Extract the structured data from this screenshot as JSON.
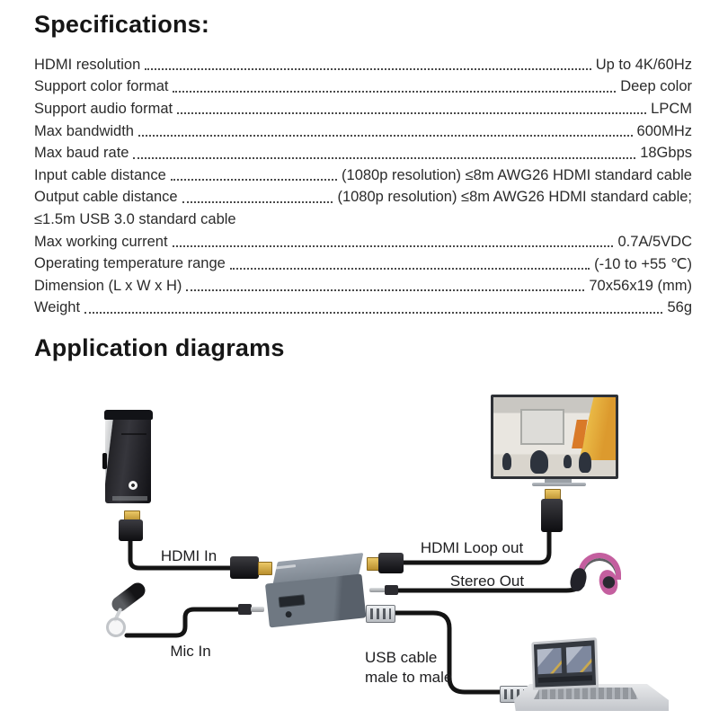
{
  "headings": {
    "specifications": "Specifications:",
    "application_diagrams": "Application diagrams"
  },
  "specs": [
    {
      "label": "HDMI resolution",
      "value": "Up to 4K/60Hz"
    },
    {
      "label": "Support color format",
      "value": "Deep color"
    },
    {
      "label": "Support audio format",
      "value": "LPCM"
    },
    {
      "label": "Max bandwidth",
      "value": "600MHz"
    },
    {
      "label": "Max baud rate",
      "value": "18Gbps"
    },
    {
      "label": "Input cable distance",
      "value": "(1080p resolution) ≤8m AWG26 HDMI standard cable"
    },
    {
      "label": "Output cable distance",
      "value": "(1080p resolution) ≤8m AWG26 HDMI standard cable;",
      "continuation": "≤1.5m USB 3.0 standard cable"
    },
    {
      "label": "Max working current",
      "value": "0.7A/5VDC"
    },
    {
      "label": "Operating temperature range",
      "value": "(-10 to +55 ℃)"
    },
    {
      "label": "Dimension (L x W x H)",
      "value": "70x56x19 (mm)"
    },
    {
      "label": "Weight",
      "value": "56g"
    }
  ],
  "diagram": {
    "labels": {
      "hdmi_in": "HDMI In",
      "hdmi_loop_out": "HDMI Loop out",
      "stereo_out": "Stereo Out",
      "mic_in": "Mic In",
      "usb_cable_line1": "USB cable",
      "usb_cable_line2": "male to male"
    },
    "devices": [
      "pc-tower",
      "capture-box",
      "tv-monitor",
      "headphones",
      "microphone",
      "laptop"
    ],
    "colors": {
      "cable": "#141414",
      "capture_box": "#6f7882",
      "headphones_accent": "#c45f9f",
      "tv_wall_yellow": "#e9b93c",
      "hdmi_gold": "#c9a03c"
    }
  }
}
